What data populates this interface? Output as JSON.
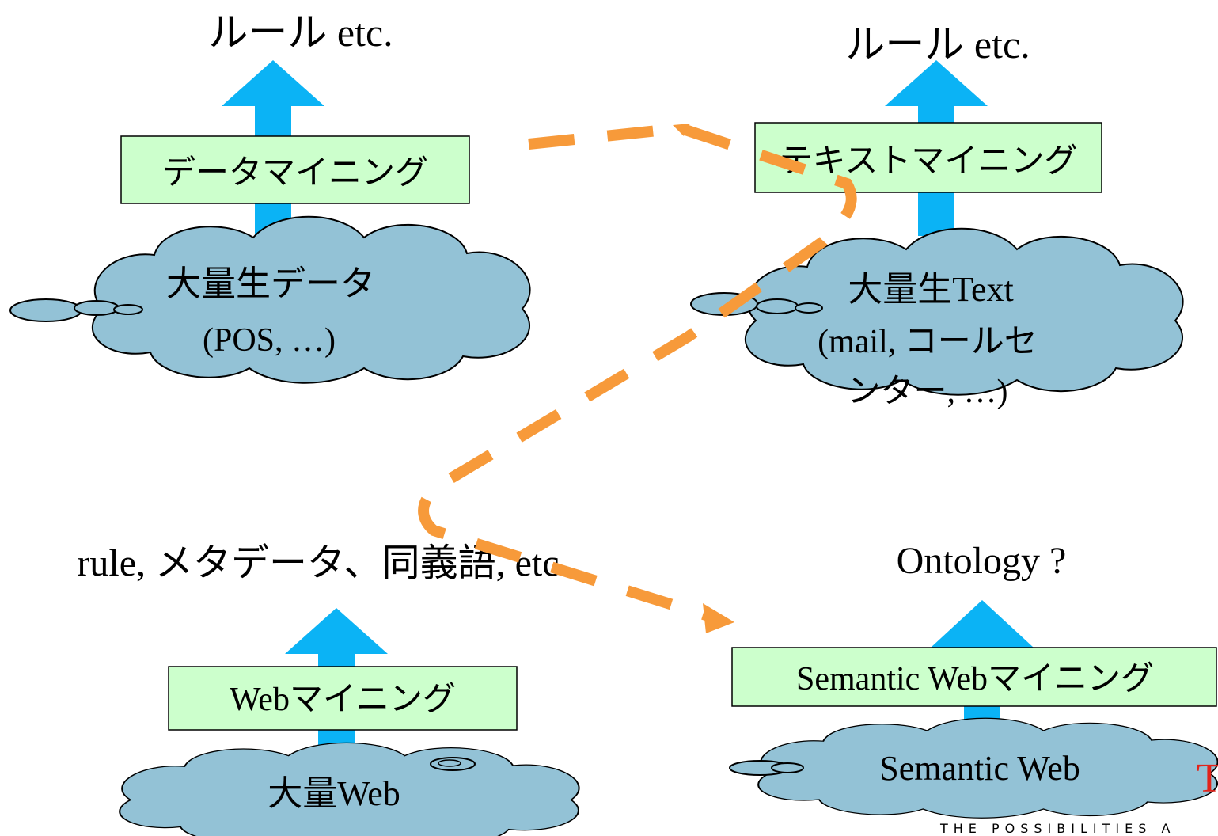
{
  "colors": {
    "arrow_fill": "#0bb3f5",
    "box_fill": "#ccffcc",
    "cloud_fill": "#93c2d6",
    "dashed_connector": "#f79a3a",
    "logo_red": "#e2231a"
  },
  "quadrants": {
    "data_mining": {
      "output": "ルール etc.",
      "process": "データマイニング",
      "source_title": "大量生データ",
      "source_detail": "(POS, …)"
    },
    "text_mining": {
      "output": "ルール etc.",
      "process": "テキストマイニング",
      "source_title": "大量生Text",
      "source_detail_line1": "(mail, コールセ",
      "source_detail_line2": "ンター, …)"
    },
    "web_mining": {
      "output": "rule, メタデータ、同義語, etc.",
      "process": "Webマイニング",
      "source_title": "大量Web"
    },
    "semantic_web_mining": {
      "output": "Ontology ?",
      "process": "Semantic Webマイニング",
      "source_title": "Semantic Web"
    }
  },
  "logo": {
    "letter": "T",
    "tagline": "THE POSSIBILITIES A"
  }
}
